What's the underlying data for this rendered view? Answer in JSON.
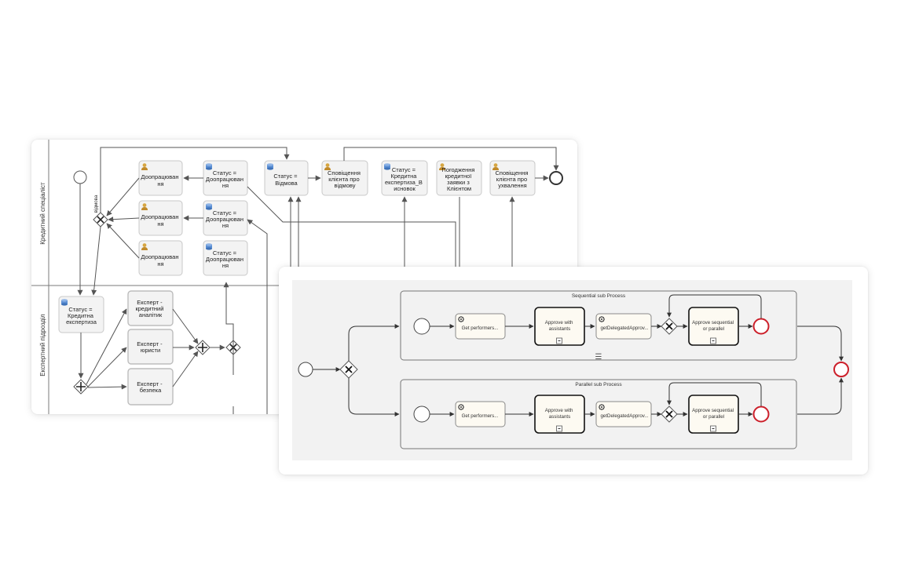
{
  "diagram1": {
    "lanes": [
      "Кредитний спеціаліст",
      "Експертний підрозділ"
    ],
    "flow_label_vidmova": "відмова",
    "tasks": {
      "dopr1": [
        "Доопрацюван",
        "ня"
      ],
      "dopr2": [
        "Доопрацюван",
        "ня"
      ],
      "dopr3": [
        "Доопрацюван",
        "ня"
      ],
      "status_dopr1": [
        "Статус =",
        "Доопрацюван",
        "ня"
      ],
      "status_dopr2": [
        "Статус =",
        "Доопрацюван",
        "ня"
      ],
      "status_dopr3": [
        "Статус =",
        "Доопрацюван",
        "ня"
      ],
      "status_vidmova": [
        "Статус =",
        "Відмова"
      ],
      "notify_refusal": [
        "Сповіщення",
        "клієнта про",
        "відмову"
      ],
      "status_kredytna_vysnovok": [
        "Статус =",
        "Кредитна",
        "експертиза_В",
        "исновок"
      ],
      "pogodzhennia": [
        "Погодження",
        "кредитної",
        "заявки з",
        "Клієнтом"
      ],
      "notify_approval": [
        "Сповіщення",
        "клієнта про",
        "ухвалення"
      ],
      "status_kredytna": [
        "Статус =",
        "Кредитна",
        "експертиза"
      ],
      "expert_analyst": [
        "Експерт -",
        "кредитний",
        "аналітик"
      ],
      "expert_lawyers": [
        "Експерт -",
        "юристи"
      ],
      "expert_security": [
        "Експерт -",
        "безпека"
      ]
    }
  },
  "diagram2": {
    "subprocess_top_title": "Sequential sub Process",
    "subprocess_bottom_title": "Parallel sub Process",
    "tasks": {
      "get_performers": "Get performers...",
      "approve_with_assistants": [
        "Approve with",
        "assistants"
      ],
      "get_delegated": "getDelegatedApprov...",
      "approve_seq_parallel": [
        "Approve sequential",
        "or parallel"
      ]
    },
    "menu_glyph": "☰"
  },
  "colors": {
    "task_fill": "#f3f3f3",
    "task_stroke": "#c8c8c8",
    "sub_task_fill": "#fdfaf2",
    "end_event": "#cc1f2a",
    "db_icon": "#5b8fd4",
    "user_icon": "#d6a642"
  }
}
